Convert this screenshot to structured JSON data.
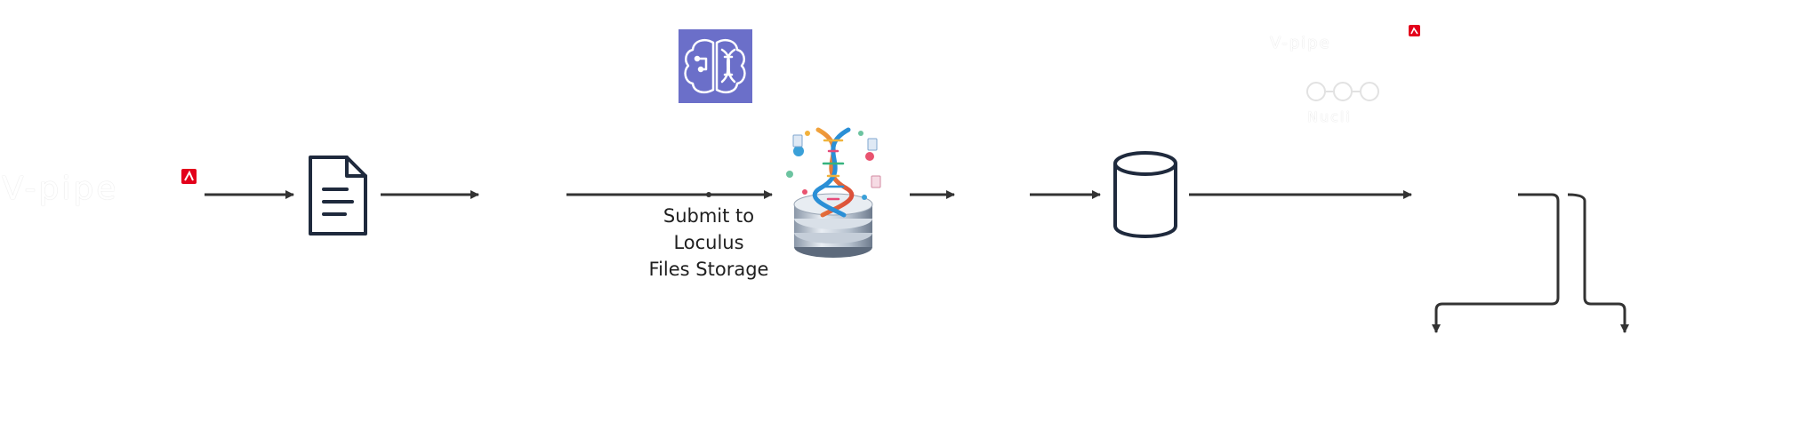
{
  "diagram": {
    "submit_label_lines": [
      "Submit to",
      "Loculus",
      "Files Storage"
    ],
    "logo_text_left": "V-pipe",
    "logo_text_right": "V-pipe",
    "logo_subtext_right": "Nucli",
    "colors": {
      "arrow": "#333333",
      "icon_stroke": "#1f2a3d",
      "brain_bg": "#6b6fc9",
      "logo_red": "#e3001b"
    },
    "icons": [
      "document-icon",
      "brain-dna-icon",
      "dna-database-icon",
      "database-icon",
      "v-pipe-logo"
    ]
  }
}
